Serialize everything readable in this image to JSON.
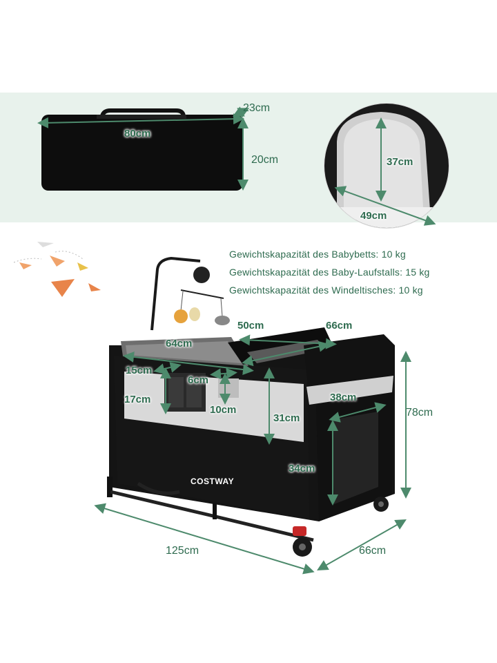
{
  "capacity_specs": [
    "Gewichtskapazität des Babybetts: 10 kg",
    "Gewichtskapazität des Baby-Laufstalls: 15 kg",
    "Gewichtskapazität des Windeltisches: 10 kg"
  ],
  "bag_dimensions": {
    "length": "80cm",
    "depth": "23cm",
    "height": "20cm"
  },
  "door_dimensions": {
    "height": "37cm",
    "width": "49cm"
  },
  "crib_dimensions": {
    "changing_table_width": "50cm",
    "changing_table_length": "66cm",
    "bassinet_length": "64cm",
    "pocket_width": "15cm",
    "pocket_height": "17cm",
    "storage_width": "6cm",
    "storage_height": "10cm",
    "inner_height": "31cm",
    "side_pocket_width": "38cm",
    "side_pocket_height": "34cm",
    "total_height": "78cm",
    "total_length": "125cm",
    "total_width": "66cm"
  },
  "brand": "COSTWAY"
}
